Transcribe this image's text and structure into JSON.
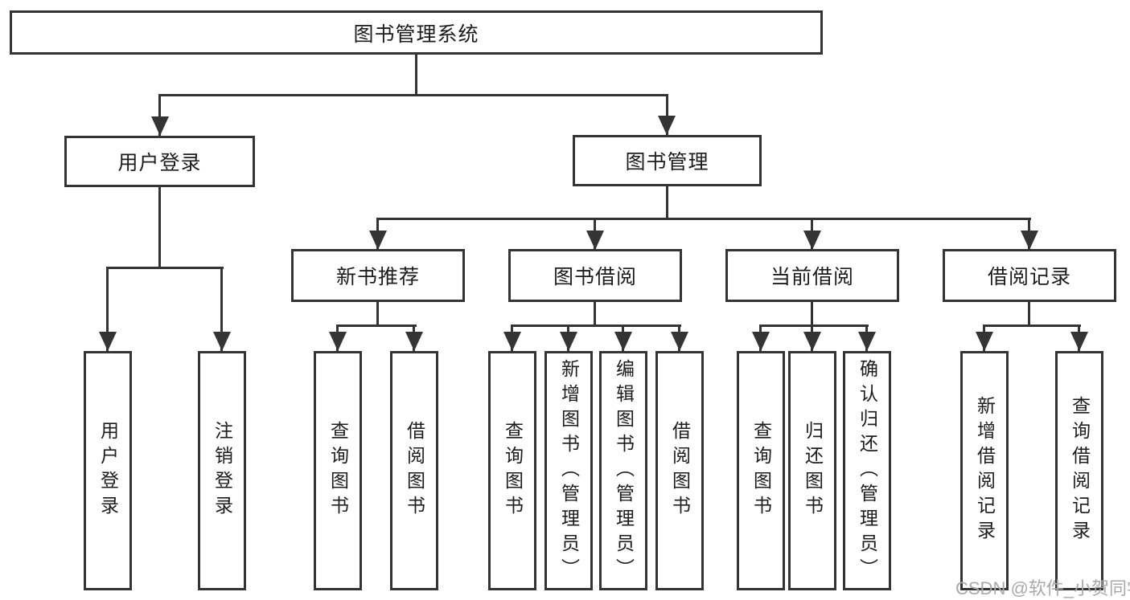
{
  "colors": {
    "line": "#343434",
    "box_border": "#343434",
    "text": "#1c1c1c",
    "watermark": "#a9a9a9",
    "background": "#ffffff"
  },
  "watermark": "CSDN @软件_小贺同学",
  "tree": {
    "root": "图书管理系统",
    "children": [
      {
        "label": "用户登录",
        "children": [
          "用户登录",
          "注销登录"
        ]
      },
      {
        "label": "图书管理",
        "children": [
          {
            "label": "新书推荐",
            "children": [
              "查询图书",
              "借阅图书"
            ]
          },
          {
            "label": "图书借阅",
            "children": [
              "查询图书",
              "新增图书（管理员）",
              "编辑图书（管理员）",
              "借阅图书"
            ]
          },
          {
            "label": "当前借阅",
            "children": [
              "查询图书",
              "归还图书",
              "确认归还（管理员）"
            ]
          },
          {
            "label": "借阅记录",
            "children": [
              "新增借阅记录",
              "查询借阅记录"
            ]
          }
        ]
      }
    ]
  }
}
